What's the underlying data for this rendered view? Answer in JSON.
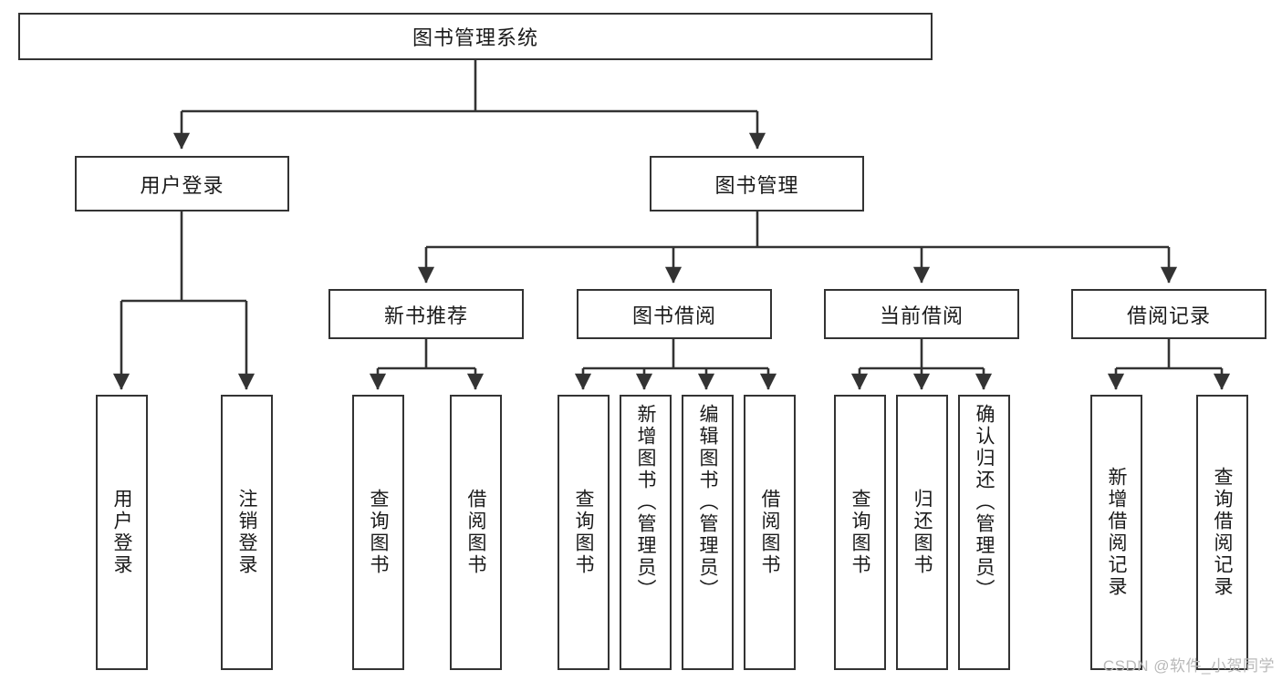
{
  "diagram": {
    "type": "tree-hierarchy",
    "title": "图书管理系统",
    "root": {
      "id": "root",
      "label": "图书管理系统",
      "orientation": "horizontal"
    },
    "level2": [
      {
        "id": "user-login",
        "label": "用户登录",
        "orientation": "horizontal"
      },
      {
        "id": "book-manage",
        "label": "图书管理",
        "orientation": "horizontal"
      }
    ],
    "level3": [
      {
        "id": "new-book-recommend",
        "label": "新书推荐",
        "orientation": "horizontal",
        "parent": "book-manage"
      },
      {
        "id": "book-borrow",
        "label": "图书借阅",
        "orientation": "horizontal",
        "parent": "book-manage"
      },
      {
        "id": "current-borrow",
        "label": "当前借阅",
        "orientation": "horizontal",
        "parent": "book-manage"
      },
      {
        "id": "borrow-record",
        "label": "借阅记录",
        "orientation": "horizontal",
        "parent": "book-manage"
      }
    ],
    "leaves": [
      {
        "id": "leaf-user-login",
        "label": "用户登录",
        "parent": "user-login",
        "align": "center"
      },
      {
        "id": "leaf-logout-login",
        "label": "注销登录",
        "parent": "user-login",
        "align": "center"
      },
      {
        "id": "leaf-query-book-1",
        "label": "查询图书",
        "parent": "new-book-recommend",
        "align": "center"
      },
      {
        "id": "leaf-borrow-book-1",
        "label": "借阅图书",
        "parent": "new-book-recommend",
        "align": "center"
      },
      {
        "id": "leaf-query-book-2",
        "label": "查询图书",
        "parent": "book-borrow",
        "align": "center"
      },
      {
        "id": "leaf-add-book-admin",
        "label": "新增图书（管理员）",
        "parent": "book-borrow",
        "align": "top"
      },
      {
        "id": "leaf-edit-book-admin",
        "label": "编辑图书（管理员）",
        "parent": "book-borrow",
        "align": "top"
      },
      {
        "id": "leaf-borrow-book-2",
        "label": "借阅图书",
        "parent": "book-borrow",
        "align": "center"
      },
      {
        "id": "leaf-query-book-3",
        "label": "查询图书",
        "parent": "current-borrow",
        "align": "center"
      },
      {
        "id": "leaf-return-book",
        "label": "归还图书",
        "parent": "current-borrow",
        "align": "center"
      },
      {
        "id": "leaf-confirm-return-admin",
        "label": "确认归还（管理员）",
        "parent": "current-borrow",
        "align": "top"
      },
      {
        "id": "leaf-add-borrow-record",
        "label": "新增借阅记录",
        "parent": "borrow-record",
        "align": "center"
      },
      {
        "id": "leaf-query-borrow-record",
        "label": "查询借阅记录",
        "parent": "borrow-record",
        "align": "center"
      }
    ],
    "colors": {
      "stroke": "#333333",
      "background": "#ffffff",
      "text": "#1a1a1a",
      "watermark": "#b9b9b9"
    }
  },
  "watermark": {
    "text": "CSDN @软件_小贺同学"
  }
}
